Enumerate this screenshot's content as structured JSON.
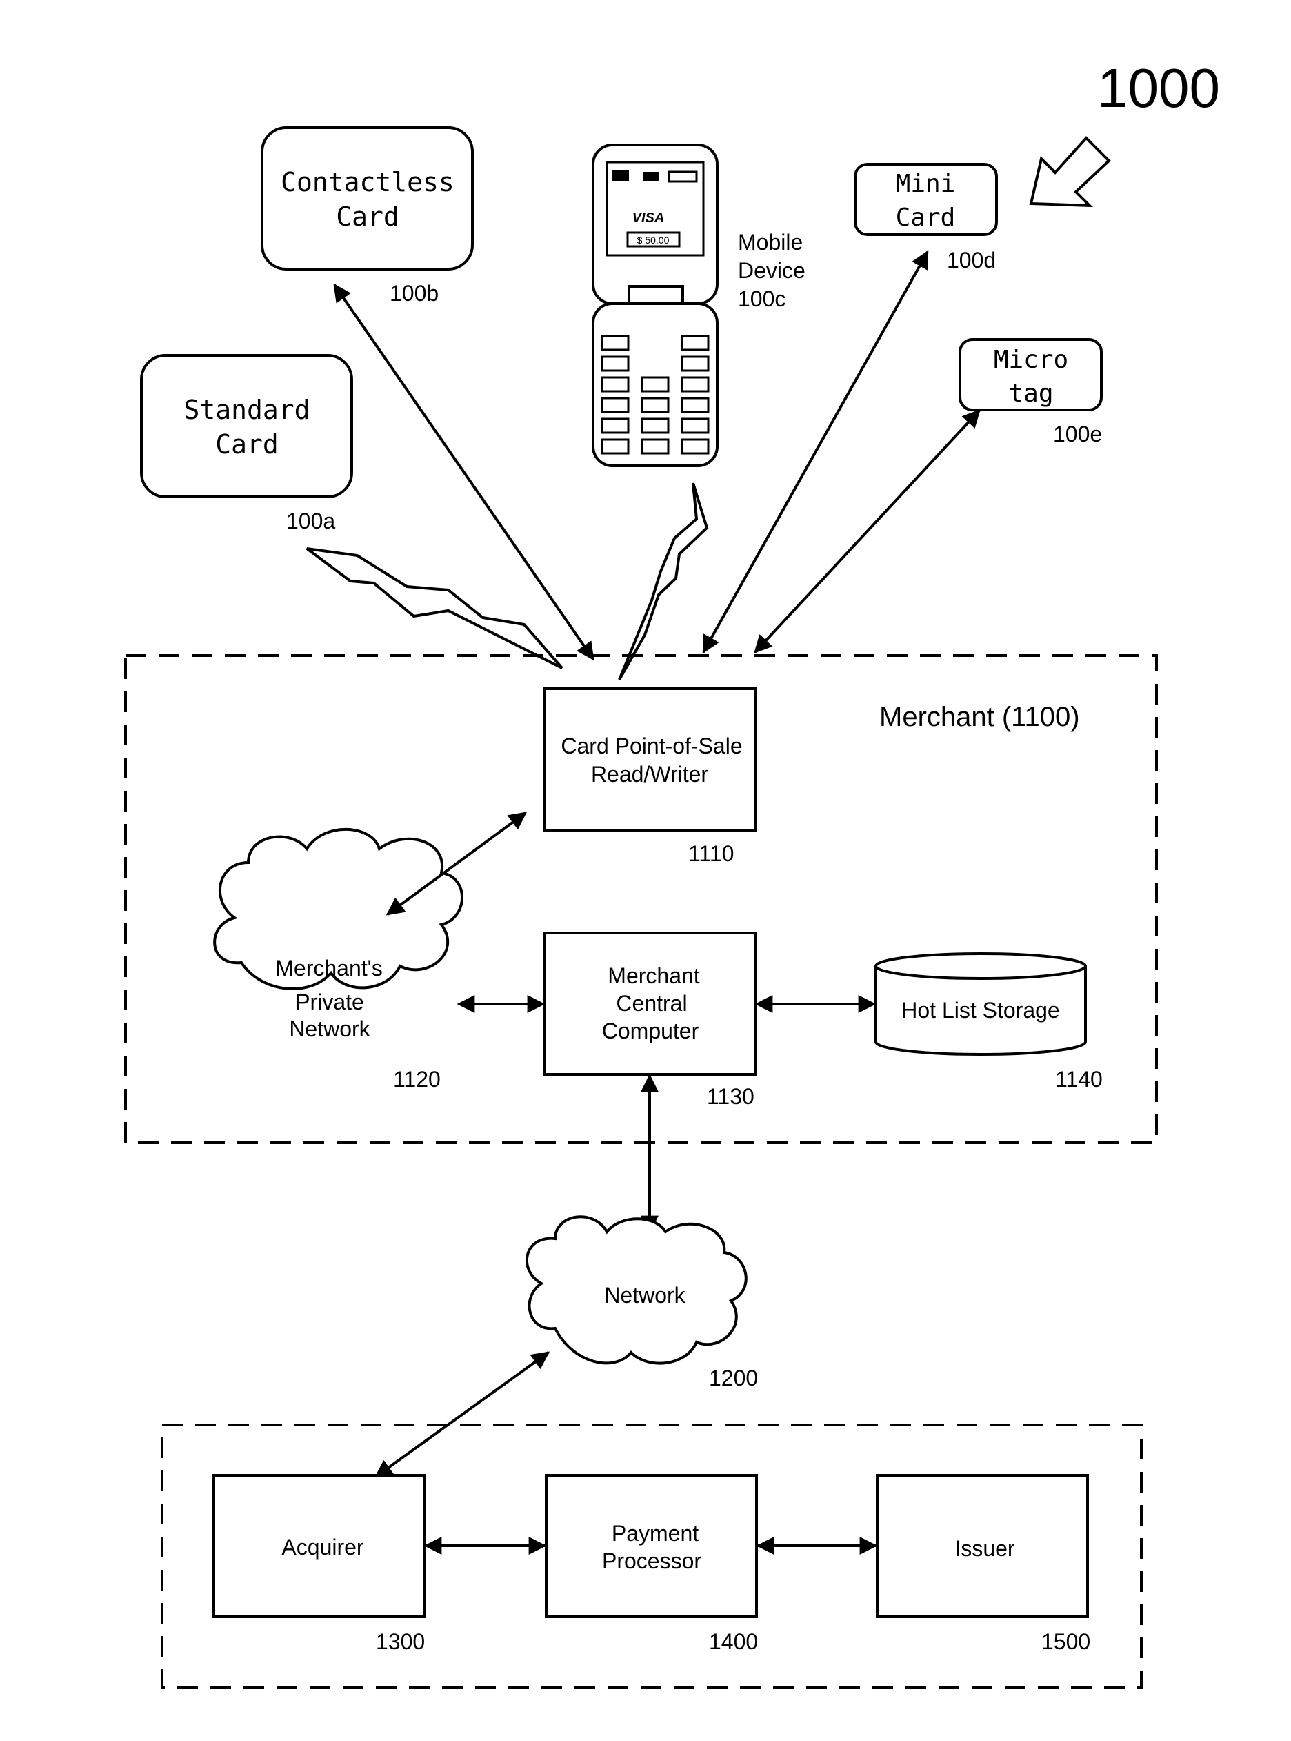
{
  "figure": {
    "number": "1000"
  },
  "cards": {
    "standard": {
      "line1": "Standard",
      "line2": "Card",
      "ref": "100a"
    },
    "contactless": {
      "line1": "Contactless",
      "line2": "Card",
      "ref": "100b"
    },
    "mobile": {
      "line1": "Mobile",
      "line2": "Device",
      "ref": "100c",
      "screen_brand": "VISA",
      "screen_amount": "$ 50.00"
    },
    "mini": {
      "line1": "Mini",
      "line2": "Card",
      "ref": "100d"
    },
    "micro": {
      "line1": "Micro",
      "line2": "tag",
      "ref": "100e"
    }
  },
  "merchant": {
    "label": "Merchant (1100)",
    "pos": {
      "line1": "Card Point-of-Sale",
      "line2": "Read/Writer",
      "ref": "1110"
    },
    "private_network": {
      "line1": "Merchant's",
      "line2": "Private",
      "line3": "Network",
      "ref": "1120"
    },
    "central_computer": {
      "line1": "Merchant",
      "line2": "Central",
      "line3": "Computer",
      "ref": "1130"
    },
    "hot_list": {
      "label": "Hot List Storage",
      "ref": "1140"
    }
  },
  "network": {
    "label": "Network",
    "ref": "1200"
  },
  "processing": {
    "acquirer": {
      "label": "Acquirer",
      "ref": "1300"
    },
    "payment_processor": {
      "line1": "Payment",
      "line2": "Processor",
      "ref": "1400"
    },
    "issuer": {
      "label": "Issuer",
      "ref": "1500"
    }
  }
}
